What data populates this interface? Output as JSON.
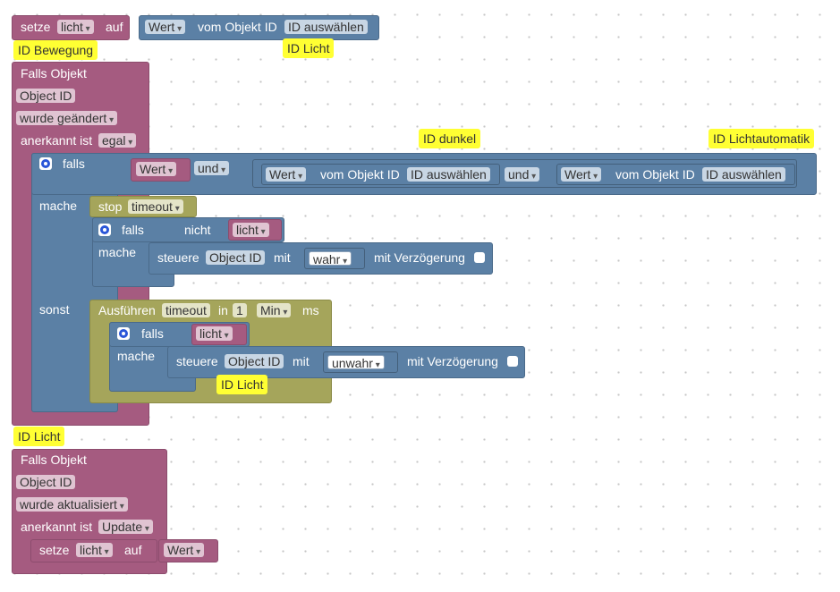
{
  "block1": {
    "setze": "setze",
    "licht": "licht",
    "auf": "auf",
    "wert": "Wert",
    "vom_objekt_id": "vom Objekt ID",
    "id_auswaehlen": "ID auswählen",
    "comment": "ID Licht"
  },
  "comment_bewegung": "ID Bewegung",
  "trigger1": {
    "falls_objekt": "Falls Objekt",
    "object_id": "Object ID",
    "wurde_geaendert": "wurde geändert",
    "anerkannt_ist": "anerkannt ist",
    "egal": "egal"
  },
  "if1": {
    "falls": "falls",
    "mache": "mache",
    "sonst": "sonst",
    "wert": "Wert",
    "und1": "und",
    "wert2": "Wert",
    "vom_objekt_id2": "vom Objekt ID",
    "id_auswaehlen2": "ID auswählen",
    "und2": "und",
    "wert3": "Wert",
    "vom_objekt_id3": "vom Objekt ID",
    "id_auswaehlen3": "ID auswählen",
    "comment_dunkel": "ID dunkel",
    "comment_lichtautomatik": "ID Lichtautomatik"
  },
  "stop": {
    "stop": "stop",
    "timeout": "timeout"
  },
  "if2": {
    "falls": "falls",
    "nicht": "nicht",
    "licht": "licht",
    "mache": "mache",
    "steuere": "steuere",
    "object_id": "Object ID",
    "mit": "mit",
    "wahr": "wahr",
    "mit_verzoegerung": "mit Verzögerung"
  },
  "ausfuehren": {
    "ausfuehren": "Ausführen",
    "timeout": "timeout",
    "in": "in",
    "value": "1",
    "unit": "Min",
    "ms": "ms"
  },
  "if3": {
    "falls": "falls",
    "licht": "licht",
    "mache": "mache",
    "steuere": "steuere",
    "object_id": "Object ID",
    "mit": "mit",
    "unwahr": "unwahr",
    "mit_verzoegerung": "mit Verzögerung",
    "comment": "ID Licht"
  },
  "comment_licht2": "ID Licht",
  "trigger2": {
    "falls_objekt": "Falls Objekt",
    "object_id": "Object ID",
    "wurde_aktualisiert": "wurde aktualisiert",
    "anerkannt_ist": "anerkannt ist",
    "update": "Update",
    "setze": "setze",
    "licht": "licht",
    "auf": "auf",
    "wert": "Wert"
  },
  "colors": {
    "pink": "#a55b80",
    "blue": "#5b80a5",
    "olive": "#a5a55b",
    "comment": "#ffff33",
    "gear": "#2a56d8"
  },
  "icons": [
    "gear-icon",
    "dropdown-arrow-icon",
    "checkbox-icon"
  ]
}
